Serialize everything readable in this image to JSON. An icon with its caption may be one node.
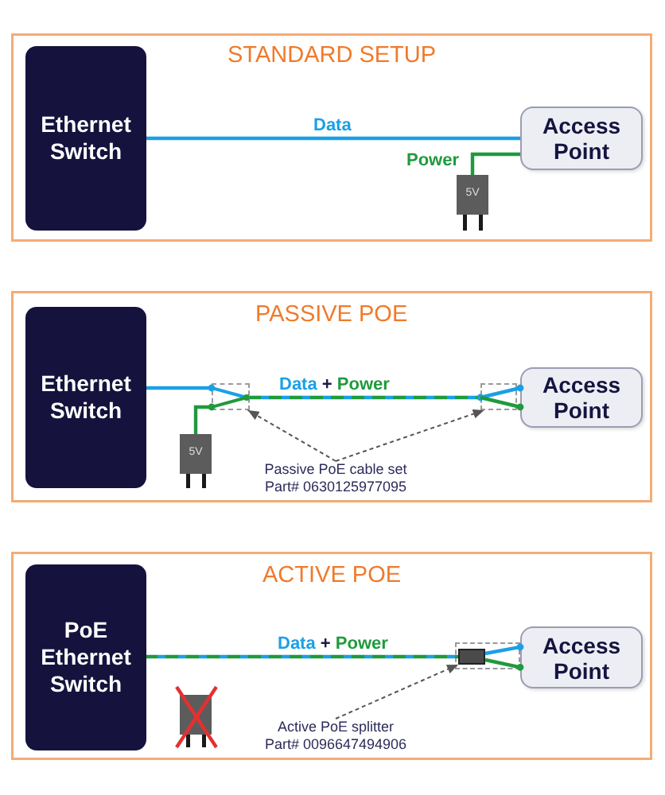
{
  "diagram": {
    "nodes": [
      {
        "text": [
          "STANDARD SETUP"
        ]
      },
      {
        "text": [
          "Ethernet Switch"
        ],
        "in": 0
      },
      {
        "text": [
          "Access Point"
        ],
        "in": 0
      },
      {
        "text": [
          "5V"
        ],
        "in": 0
      },
      {
        "text": [
          "PASSIVE POE"
        ]
      },
      {
        "text": [
          "Ethernet Switch"
        ],
        "in": 4
      },
      {
        "text": [
          "Access Point"
        ],
        "in": 4
      },
      {
        "text": [
          "5V"
        ],
        "in": 4
      },
      {
        "text": [],
        "shape": "box",
        "in": 4
      },
      {
        "text": [],
        "shape": "box",
        "in": 4
      },
      {
        "text": [
          "Passive PoE cable set",
          "Part# 0630125977095"
        ],
        "in": 4
      },
      {
        "text": [
          "ACTIVE POE"
        ]
      },
      {
        "text": [
          "PoE Ethernet Switch"
        ],
        "in": 11
      },
      {
        "text": [
          "Access Point"
        ],
        "in": 11
      },
      {
        "text": [],
        "shape": "box",
        "in": 11
      },
      {
        "text": [],
        "shape": "box",
        "in": 11
      },
      {
        "text": [
          "Active PoE splitter",
          "Part# 0096647494906"
        ],
        "in": 11
      }
    ],
    "edges": [
      {
        "from": 1,
        "to": 2,
        "arrow": "none",
        "label": "Data"
      },
      {
        "from": 3,
        "to": 2,
        "arrow": "none",
        "label": "Power",
        "color": "#1f9a3c"
      },
      {
        "from": 5,
        "to": 8,
        "arrow": "other"
      },
      {
        "from": 7,
        "to": 8,
        "arrow": "other",
        "color": "#1f9a3c"
      },
      {
        "from": 8,
        "to": 9,
        "arrow": "other",
        "label": "Data + Power",
        "style": "dashed",
        "color": "#1f9a3c"
      },
      {
        "from": 9,
        "to": 6,
        "arrow": "other"
      },
      {
        "from": 9,
        "to": 6,
        "arrow": "other",
        "color": "#1f9a3c"
      },
      {
        "from": 10,
        "to": 8,
        "arrow": "to",
        "style": "dashed",
        "color": "#555555"
      },
      {
        "from": 10,
        "to": 9,
        "arrow": "to",
        "style": "dashed",
        "color": "#555555"
      },
      {
        "from": 12,
        "to": 14,
        "arrow": "none",
        "label": "Data + Power",
        "style": "dashed",
        "color": "#1f9a3c"
      },
      {
        "from": 14,
        "to": 13,
        "arrow": "other"
      },
      {
        "from": 14,
        "to": 13,
        "arrow": "other",
        "color": "#1f9a3c"
      },
      {
        "from": 16,
        "to": 14,
        "arrow": "to",
        "style": "dashed",
        "color": "#555555"
      }
    ]
  }
}
